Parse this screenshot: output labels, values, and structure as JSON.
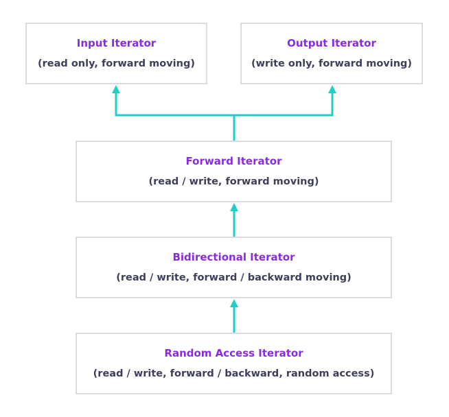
{
  "nodes": {
    "input": {
      "title": "Input Iterator",
      "description": "(read only, forward moving)"
    },
    "output": {
      "title": "Output Iterator",
      "description": "(write only, forward moving)"
    },
    "forward": {
      "title": "Forward Iterator",
      "description": "(read / write, forward moving)"
    },
    "bidirectional": {
      "title": "Bidirectional Iterator",
      "description": "(read / write, forward / backward moving)"
    },
    "random_access": {
      "title": "Random Access Iterator",
      "description": "(read / write, forward / backward, random access)"
    }
  },
  "edges": [
    {
      "from": "random_access",
      "to": "bidirectional"
    },
    {
      "from": "bidirectional",
      "to": "forward"
    },
    {
      "from": "forward",
      "to": "input"
    },
    {
      "from": "forward",
      "to": "output"
    }
  ],
  "colors": {
    "title": "#8a2be2",
    "description": "#3d3f5c",
    "border": "#d9dce2",
    "connector": "#1ecfc4"
  }
}
